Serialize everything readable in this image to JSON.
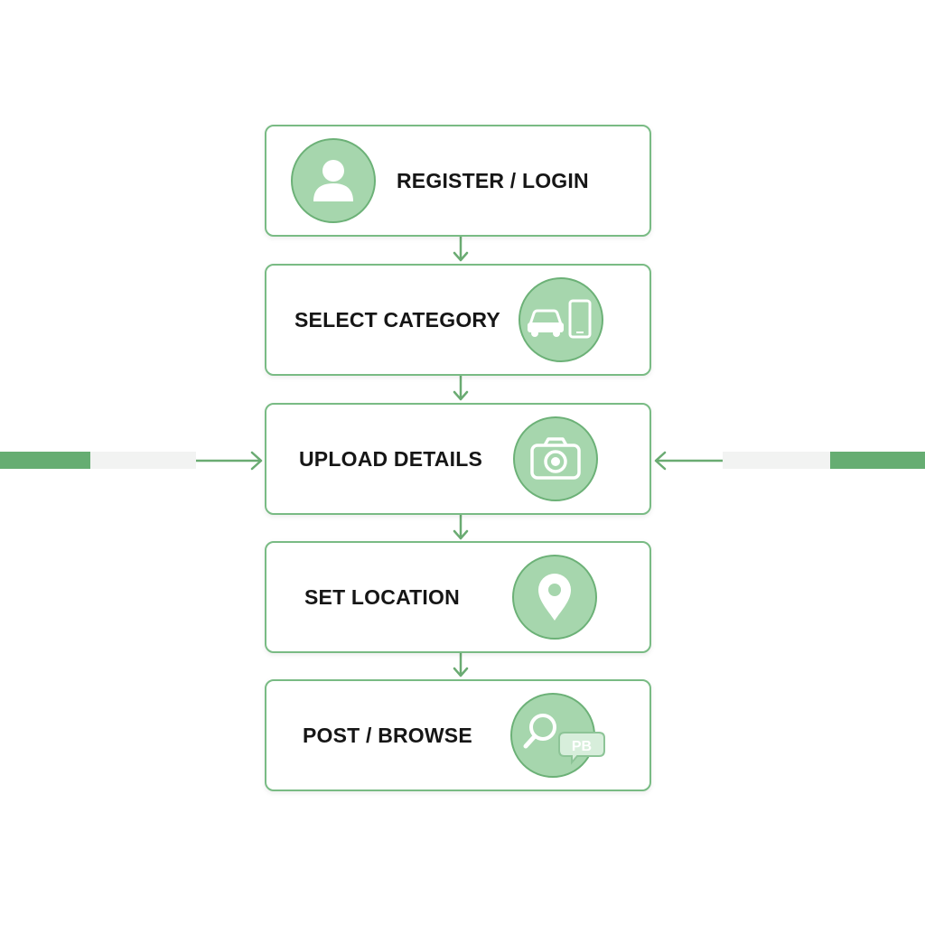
{
  "steps": [
    {
      "label": "REGISTER / LOGIN",
      "icon": "user-icon"
    },
    {
      "label": "SELECT CATEGORY",
      "icon": "car-and-phone-icon"
    },
    {
      "label": "UPLOAD DETAILS",
      "icon": "camera-icon"
    },
    {
      "label": "SET LOCATION",
      "icon": "location-pin-icon"
    },
    {
      "label": "POST / BROWSE",
      "icon": "search-and-chat-icon",
      "badge_text": "PB"
    }
  ],
  "colors": {
    "accent": "#6aab72",
    "box_border": "#79bb84",
    "icon_fill": "#a6d6ad",
    "text": "#161616"
  }
}
